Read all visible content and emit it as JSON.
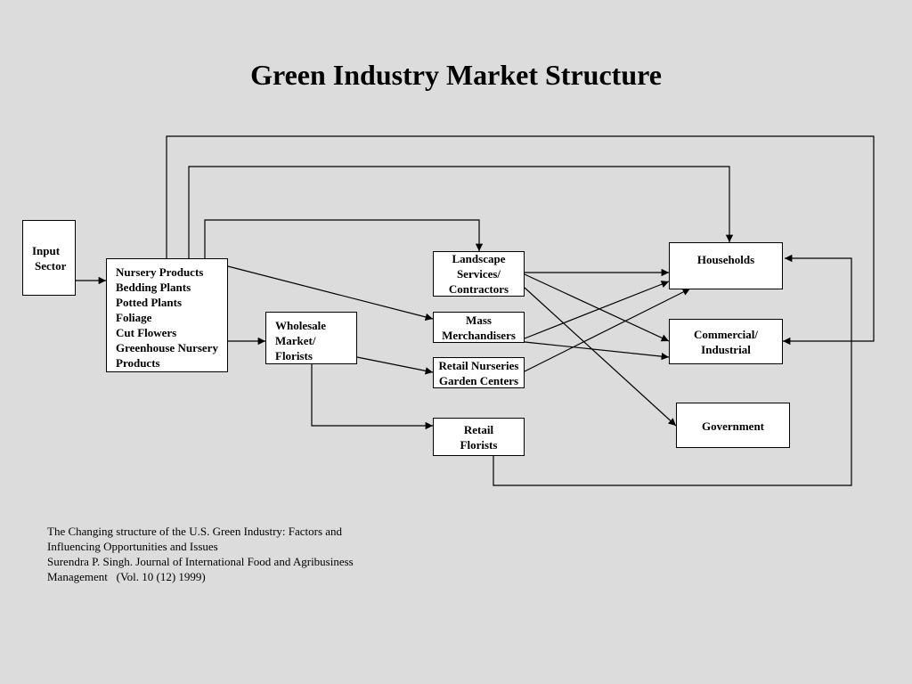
{
  "title": "Green Industry Market Structure",
  "nodes": {
    "input_sector": [
      "Input",
      "Sector"
    ],
    "nursery_products": [
      "Nursery Products",
      "Bedding Plants",
      "Potted Plants",
      "Foliage",
      "Cut Flowers",
      "Greenhouse Nursery",
      "Products"
    ],
    "wholesale": [
      "Wholesale",
      "Market/",
      "Florists"
    ],
    "landscape": [
      "Landscape",
      "Services/",
      "Contractors"
    ],
    "mass": [
      "Mass",
      "Merchandisers"
    ],
    "retail_nurseries": [
      "Retail Nurseries",
      "Garden Centers"
    ],
    "retail_florists": [
      "Retail",
      "Florists"
    ],
    "households": [
      "Households"
    ],
    "commercial": [
      "Commercial/",
      "Industrial"
    ],
    "government": [
      "Government"
    ]
  },
  "edges": [
    {
      "from": "input_sector",
      "to": "nursery_products"
    },
    {
      "from": "nursery_products",
      "to": "wholesale"
    },
    {
      "from": "nursery_products",
      "to": "mass"
    },
    {
      "from": "nursery_products",
      "to": "landscape"
    },
    {
      "from": "nursery_products",
      "to": "households"
    },
    {
      "from": "nursery_products",
      "to": "commercial"
    },
    {
      "from": "wholesale",
      "to": "retail_nurseries"
    },
    {
      "from": "wholesale",
      "to": "retail_florists"
    },
    {
      "from": "landscape",
      "to": "households"
    },
    {
      "from": "landscape",
      "to": "commercial"
    },
    {
      "from": "landscape",
      "to": "government"
    },
    {
      "from": "mass",
      "to": "households"
    },
    {
      "from": "mass",
      "to": "commercial"
    },
    {
      "from": "retail_nurseries",
      "to": "households"
    },
    {
      "from": "retail_florists",
      "to": "households"
    }
  ],
  "citation": [
    "The Changing structure of the U.S. Green Industry: Factors and",
    "Influencing Opportunities and Issues",
    "Surendra P. Singh. Journal of International Food and Agribusiness",
    "Management   (Vol. 10 (12) 1999)"
  ]
}
